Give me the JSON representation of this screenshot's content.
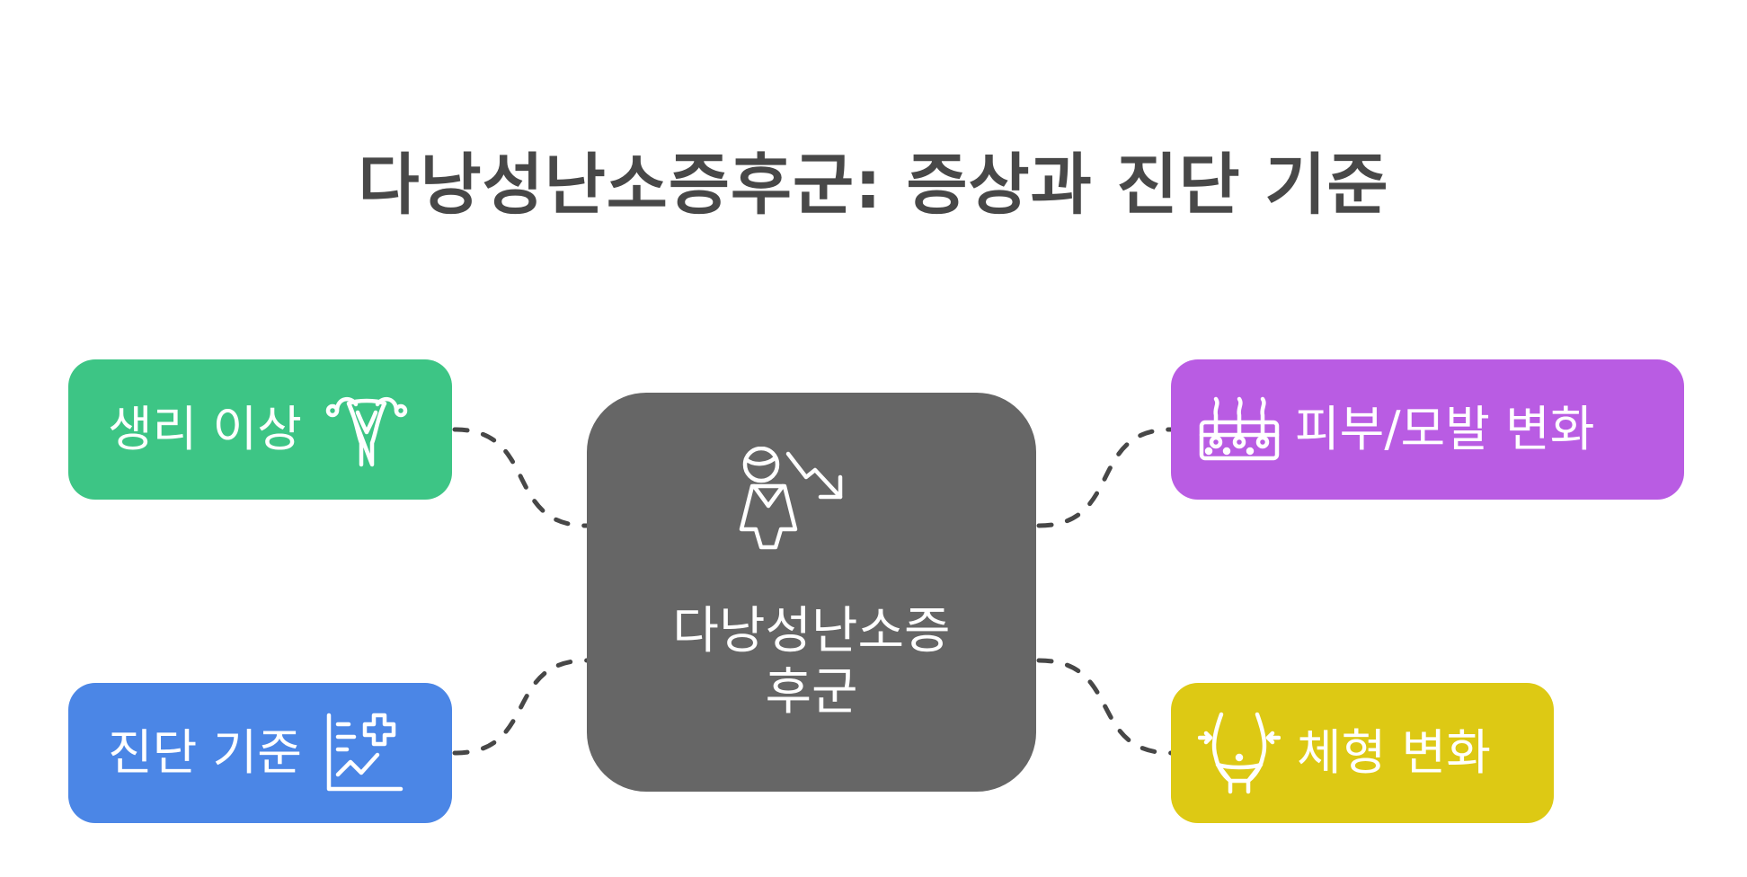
{
  "title": "다낭성난소증후군: 증상과 진단 기준",
  "center": {
    "line1": "다낭성난소",
    "line2": "증",
    "line3": "후군",
    "icon": "woman-with-down-trend-arrow-icon"
  },
  "nodes": {
    "menstrual": {
      "label": "생리 이상",
      "icon": "uterus-icon",
      "color": "#3dc585"
    },
    "diagnosis": {
      "label": "진단 기준",
      "icon": "medical-chart-icon",
      "color": "#4b86e6"
    },
    "skin": {
      "label": "피부/모발 변화",
      "icon": "skin-hair-follicle-icon",
      "color": "#b95ce3"
    },
    "body": {
      "label": "체형 변화",
      "icon": "waist-body-icon",
      "color": "#ddc914"
    }
  },
  "center_color": "#666666",
  "connector_color": "#474747"
}
